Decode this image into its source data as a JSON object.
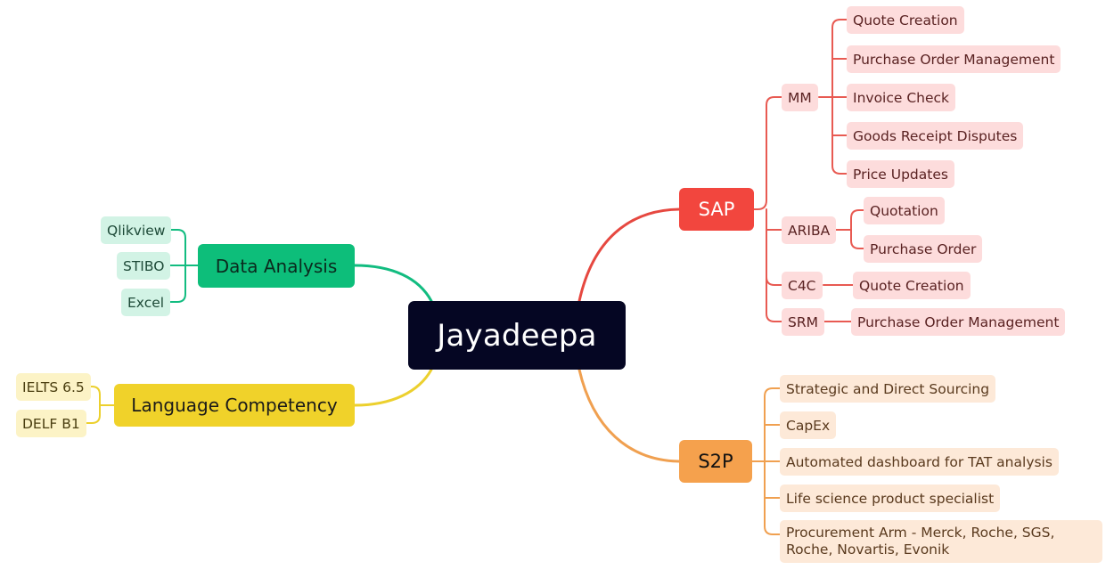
{
  "root": {
    "label": "Jayadeepa"
  },
  "sap": {
    "label": "SAP",
    "color": "#f2463e",
    "mm": {
      "label": "MM",
      "items": [
        "Quote Creation",
        "Purchase Order Management",
        "Invoice Check",
        "Goods Receipt Disputes",
        "Price Updates"
      ]
    },
    "ariba": {
      "label": "ARIBA",
      "items": [
        "Quotation",
        "Purchase Order"
      ]
    },
    "c4c": {
      "label": "C4C",
      "items": [
        "Quote Creation"
      ]
    },
    "srm": {
      "label": "SRM",
      "items": [
        "Purchase Order Management"
      ]
    }
  },
  "s2p": {
    "label": "S2P",
    "color": "#f5a14d",
    "items": [
      "Strategic and Direct Sourcing",
      "CapEx",
      "Automated dashboard for TAT analysis",
      "Life science product specialist",
      "Procurement Arm - Merck, Roche, SGS, Roche, Novartis, Evonik"
    ]
  },
  "data_analysis": {
    "label": "Data Analysis",
    "color": "#0dbe7a",
    "items": [
      "Qlikview",
      "STIBO",
      "Excel"
    ]
  },
  "language": {
    "label": "Language Competency",
    "color": "#f0d22a",
    "items": [
      "IELTS 6.5",
      "DELF B1"
    ]
  }
}
